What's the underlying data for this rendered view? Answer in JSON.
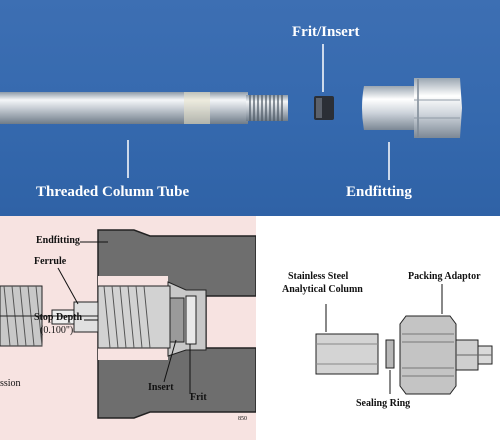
{
  "photo": {
    "labels": {
      "frit_insert": "Frit/Insert",
      "column_tube": "Threaded Column Tube",
      "endfitting": "Endfitting"
    }
  },
  "cross_section": {
    "labels": {
      "endfitting": "Endfitting",
      "ferrule": "Ferrule",
      "stop_depth": "Stop Depth",
      "stop_depth_value": "(0.100\")",
      "tubing_fragment": "ssion",
      "insert": "Insert",
      "frit": "Frit",
      "corner_mark": "850"
    }
  },
  "adaptor_diagram": {
    "labels": {
      "column_line1": "Stainless Steel",
      "column_line2": "Analytical Column",
      "packing_adaptor": "Packing Adaptor",
      "sealing_ring": "Sealing Ring"
    }
  },
  "colors": {
    "photo_background": "#3569ae",
    "left_panel_background": "#f7e3e1",
    "diagram_metal_dark": "#6e6e6e",
    "diagram_metal_light": "#c8c8c8"
  }
}
